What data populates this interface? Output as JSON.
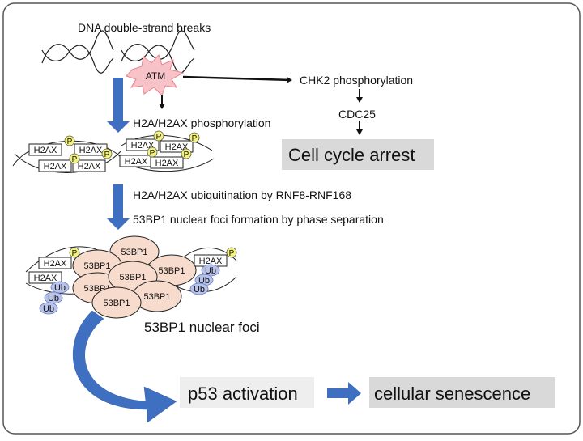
{
  "labels": {
    "dsb": "DNA double-strand breaks",
    "atm": "ATM",
    "chk2": "CHK2 phosphorylation",
    "cdc25": "CDC25",
    "arrest": "Cell cycle arrest",
    "h2ax_phos": "H2A/H2AX phosphorylation",
    "ubiq": "H2A/H2AX ubiquitination by RNF8-RNF168",
    "phase": "53BP1 nuclear foci formation by phase separation",
    "foci": "53BP1 nuclear foci",
    "p53": "p53 activation",
    "senescence": "cellular senescence"
  },
  "glyphs": {
    "h2ax": "H2AX",
    "p": "P",
    "bp1": "53BP1",
    "ub": "Ub"
  },
  "colors": {
    "frame": "#555555",
    "atm_fill": "#f8c3c8",
    "atm_stroke": "#e6828c",
    "blue_arrow": "#3f6fc0",
    "phospho": "#f3f27a",
    "bp1_fill": "#f7dccd",
    "ub_fill": "#b8c3ea",
    "gray_box": "#d9d9d9",
    "light_box": "#eeeeee"
  }
}
